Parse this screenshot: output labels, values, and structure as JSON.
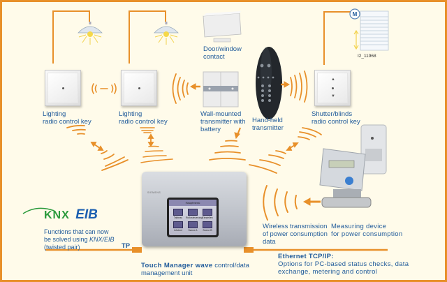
{
  "diagram": {
    "title_reference": "I2_11968",
    "colors": {
      "background": "#fffbea",
      "border": "#e8902a",
      "wire": "#e8902a",
      "label_text": "#1f5a9a",
      "knx_green": "#2a9a3c",
      "knx_grey": "#8a8f96",
      "eib_blue": "#1c5fb0"
    },
    "devices": {
      "lighting_key_1": {
        "label_line1": "Lighting",
        "label_line2": "radio control key"
      },
      "lighting_key_2": {
        "label_line1": "Lighting",
        "label_line2": "radio control key"
      },
      "door_window_contact": {
        "label_line1": "Door/window",
        "label_line2": "contact"
      },
      "wall_transmitter": {
        "label_line1": "Wall-mounted",
        "label_line2": "transmitter with",
        "label_line3": "battery"
      },
      "handheld_transmitter": {
        "label_line1": "Hand-held",
        "label_line2": "transmitter"
      },
      "shutter_key": {
        "label_line1": "Shutter/blinds",
        "label_line2": "radio control key"
      },
      "motor": {
        "symbol": "M"
      },
      "measuring_device": {
        "label_line1": "Measuring device",
        "label_line2": "for power consumption"
      },
      "touch_manager": {
        "label_bold": "Touch Manager wave",
        "label_rest": " control/data",
        "label_line2": "management unit",
        "brand": "SIEMENS",
        "screen_title": "Hauptmenü",
        "screen_buttons": [
          "Tableau",
          "Rollosteuerung",
          "Einstellen",
          "Infotext",
          "Szene A",
          "Szene B"
        ]
      }
    },
    "wireless_power": {
      "line1": "Wireless transmission",
      "line2": "of power consumption",
      "line3": "data"
    },
    "knx": {
      "logo_knx": "KNX",
      "logo_eib": "EIB",
      "line1": "Functions that can now",
      "line2_prefix": "be solved using ",
      "line2_italic": "KNX/EIB",
      "line3": "(twisted pair)",
      "tp_label": "TP"
    },
    "ethernet": {
      "title": "Ethernet TCP/IP:",
      "line1": "Options for PC-based status checks, data",
      "line2": "exchange, metering and control"
    }
  }
}
